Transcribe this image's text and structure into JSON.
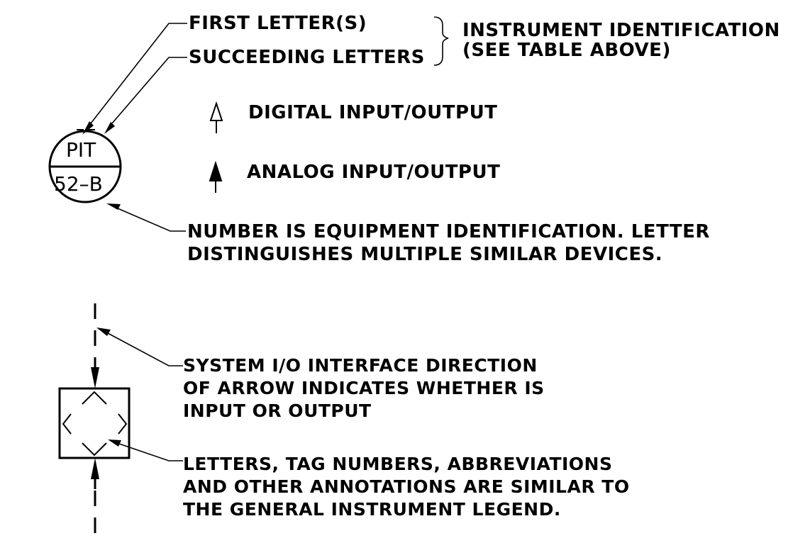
{
  "instrument_bubble": {
    "top_letters": "PIT",
    "bottom_number": "52–B"
  },
  "callouts": {
    "first_letters": "FIRST LETTER(S)",
    "succeeding_letters": "SUCCEEDING LETTERS",
    "identification_line1": "INSTRUMENT IDENTIFICATION",
    "identification_line2": "(SEE TABLE ABOVE)",
    "number_note_line1": "NUMBER IS EQUIPMENT IDENTIFICATION. LETTER",
    "number_note_line2": "DISTINGUISHES MULTIPLE SIMILAR DEVICES."
  },
  "legend": {
    "digital": "DIGITAL INPUT/OUTPUT",
    "analog": "ANALOG INPUT/OUTPUT"
  },
  "system_io": {
    "direction_line1": "SYSTEM I/O INTERFACE DIRECTION",
    "direction_line2": "OF ARROW INDICATES WHETHER IS",
    "direction_line3": "INPUT OR OUTPUT",
    "annotation_line1": "LETTERS, TAG NUMBERS, ABBREVIATIONS",
    "annotation_line2": "AND OTHER ANNOTATIONS ARE SIMILAR TO",
    "annotation_line3": "THE GENERAL INSTRUMENT LEGEND."
  },
  "colors": {
    "ink": "#000000",
    "background": "#ffffff"
  }
}
